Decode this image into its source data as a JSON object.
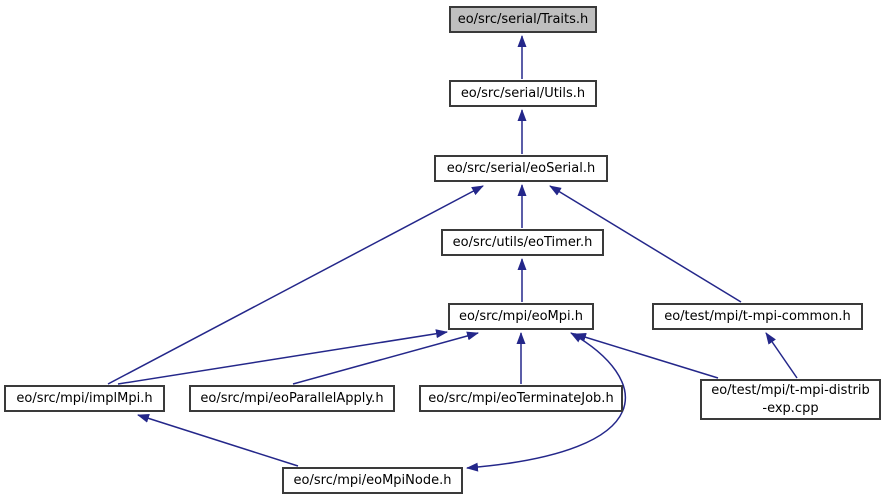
{
  "colors": {
    "edge": "#24278a",
    "border": "#3a3a3a",
    "node_fill": "#ffffff",
    "root_fill": "#bfbfbf"
  },
  "nodes": {
    "traits": {
      "label": "eo/src/serial/Traits.h",
      "root": true
    },
    "utils": {
      "label": "eo/src/serial/Utils.h"
    },
    "eoserial": {
      "label": "eo/src/serial/eoSerial.h"
    },
    "eotimer": {
      "label": "eo/src/utils/eoTimer.h"
    },
    "eompi": {
      "label": "eo/src/mpi/eoMpi.h"
    },
    "tmpicommon": {
      "label": "eo/test/mpi/t-mpi-common.h"
    },
    "implmpi": {
      "label": "eo/src/mpi/implMpi.h"
    },
    "eoparallelapply": {
      "label": "eo/src/mpi/eoParallelApply.h"
    },
    "eoterminatejob": {
      "label": "eo/src/mpi/eoTerminateJob.h"
    },
    "tmpidistribexp": {
      "label_line1": "eo/test/mpi/t-mpi-distrib",
      "label_line2": "-exp.cpp"
    },
    "eompinode": {
      "label": "eo/src/mpi/eoMpiNode.h"
    }
  },
  "edges": [
    {
      "from": "utils",
      "to": "traits"
    },
    {
      "from": "eoserial",
      "to": "utils"
    },
    {
      "from": "eotimer",
      "to": "eoserial"
    },
    {
      "from": "eompi",
      "to": "eotimer"
    },
    {
      "from": "implmpi",
      "to": "eoserial"
    },
    {
      "from": "tmpicommon",
      "to": "eoserial"
    },
    {
      "from": "implmpi",
      "to": "eompi"
    },
    {
      "from": "eoparallelapply",
      "to": "eompi"
    },
    {
      "from": "eoterminatejob",
      "to": "eompi"
    },
    {
      "from": "tmpidistribexp",
      "to": "eompi"
    },
    {
      "from": "tmpidistribexp",
      "to": "tmpicommon"
    },
    {
      "from": "eompinode",
      "to": "implmpi"
    },
    {
      "from": "eompi",
      "to": "eompinode",
      "style": "curved"
    },
    {
      "from": "eompinode",
      "to": "eompi",
      "style": "curved"
    }
  ]
}
